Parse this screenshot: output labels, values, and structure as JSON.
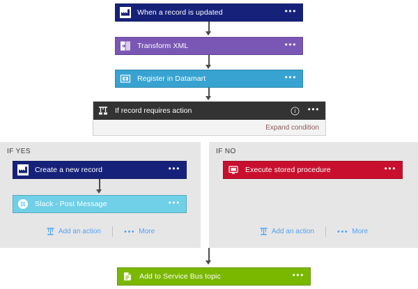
{
  "flow": {
    "trigger": {
      "label": "When a record is updated",
      "icon": "dynamics-factory-icon",
      "color": "#16227a",
      "menu": "•••"
    },
    "steps": [
      {
        "label": "Transform XML",
        "icon": "transform-xml-icon",
        "color": "#7a57b5",
        "menu": "•••"
      },
      {
        "label": "Register in Datamart",
        "icon": "register-datamart-icon",
        "color": "#38a3d1",
        "menu": "•••"
      }
    ],
    "condition": {
      "label": "If record requires action",
      "icon": "condition-branch-icon",
      "info_icon": "info-icon",
      "menu": "•••",
      "expand_label": "Expand condition",
      "header_color": "#333333",
      "body_color": "#f3f3f3"
    },
    "branch_yes": {
      "label": "IF YES",
      "actions": [
        {
          "label": "Create a new record",
          "icon": "dynamics-factory-icon",
          "color": "#16227a",
          "menu": "•••"
        },
        {
          "label": "Slack - Post Message",
          "icon": "slack-icon",
          "color": "#6fd0e8",
          "menu": "•••"
        }
      ],
      "add_action_label": "Add an action",
      "more_label": "More",
      "more_dots": "•••"
    },
    "branch_no": {
      "label": "IF NO",
      "actions": [
        {
          "label": "Execute stored procedure",
          "icon": "sql-stored-procedure-icon",
          "color": "#c8102e",
          "menu": "•••"
        }
      ],
      "add_action_label": "Add an action",
      "more_label": "More",
      "more_dots": "•••"
    },
    "final": {
      "label": "Add to Service Bus topic",
      "icon": "service-bus-icon",
      "color": "#7ab800",
      "menu": "•••"
    }
  },
  "colors": {
    "panel_bg": "#e6e6e6",
    "canvas_bg": "#ffffff",
    "connector": "#4a4a4a",
    "link_blue": "#4fa3f7"
  }
}
